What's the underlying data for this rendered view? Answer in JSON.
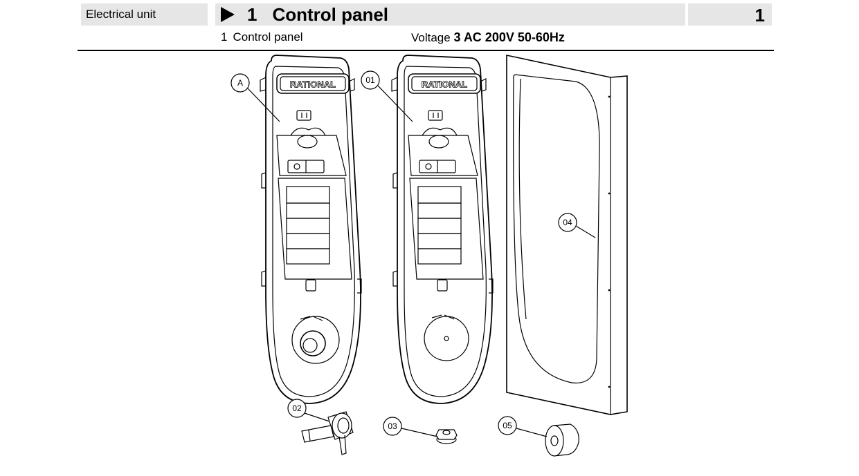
{
  "header": {
    "section": "Electrical unit",
    "title_number": "1",
    "title": "Control panel",
    "page_number": "1"
  },
  "subheader": {
    "item_number": "1",
    "item_name": "Control panel",
    "voltage_label": "Voltage",
    "voltage_value": "3 AC 200V 50-60Hz"
  },
  "drawing": {
    "brand_text": "RATIONAL",
    "callouts": [
      "A",
      "01",
      "02",
      "03",
      "04",
      "05"
    ],
    "icons": [
      "arrow-right-icon"
    ]
  }
}
